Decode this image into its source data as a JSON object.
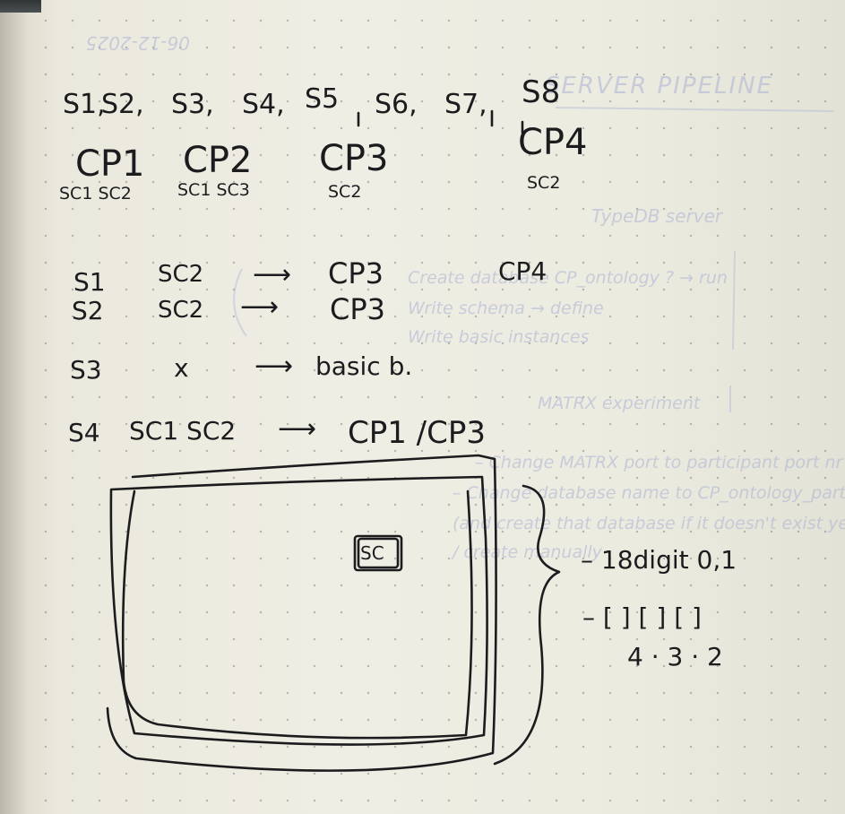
{
  "ghost": {
    "date": "06-12-2025",
    "title": "SERVER PIPELINE",
    "server": "TypeDB server",
    "line1": "Create database CP_ontology ? → run",
    "line2": "Write schema → define",
    "line3": "Write basic instances",
    "matrix": "MATRX experiment",
    "bullet1": "– Change MATRX port to participant port nr",
    "bullet2": "– Change database name to CP_ontology_participant",
    "bullet3": "(and create that database if it doesn't exist yet)",
    "bullet4": "/ create manually"
  },
  "notes": {
    "sessions": [
      "S1,",
      "S2,",
      "S3,",
      "S4,",
      "S5",
      "S6,",
      "S7,",
      "S8"
    ],
    "cp1": "CP1",
    "cp1_sub": "SC1 SC2",
    "cp2": "CP2",
    "cp2_sub": "SC1 SC3",
    "cp3": "CP3",
    "cp3_sub": "SC2",
    "cp4": "CP4",
    "cp4_sub": "SC2",
    "row1": {
      "s": "S1",
      "sc": "SC2",
      "arrow": "⟶",
      "target": "CP3",
      "extra": "CP4"
    },
    "row2": {
      "s": "S2",
      "sc": "SC2",
      "arrow": "⟶",
      "target": "CP3"
    },
    "row3": {
      "s": "S3",
      "sc": "x",
      "arrow": "⟶",
      "target": "basic b."
    },
    "row4": {
      "s": "S4",
      "sc": "SC1 SC2",
      "arrow": "⟶",
      "target": "CP1 /CP3"
    },
    "box_label": "SC",
    "digit_line": "– 18digit 0,1",
    "bracket_line": "– [ ] [ ] [ ]",
    "calc_line": "4 · 3 · 2"
  }
}
